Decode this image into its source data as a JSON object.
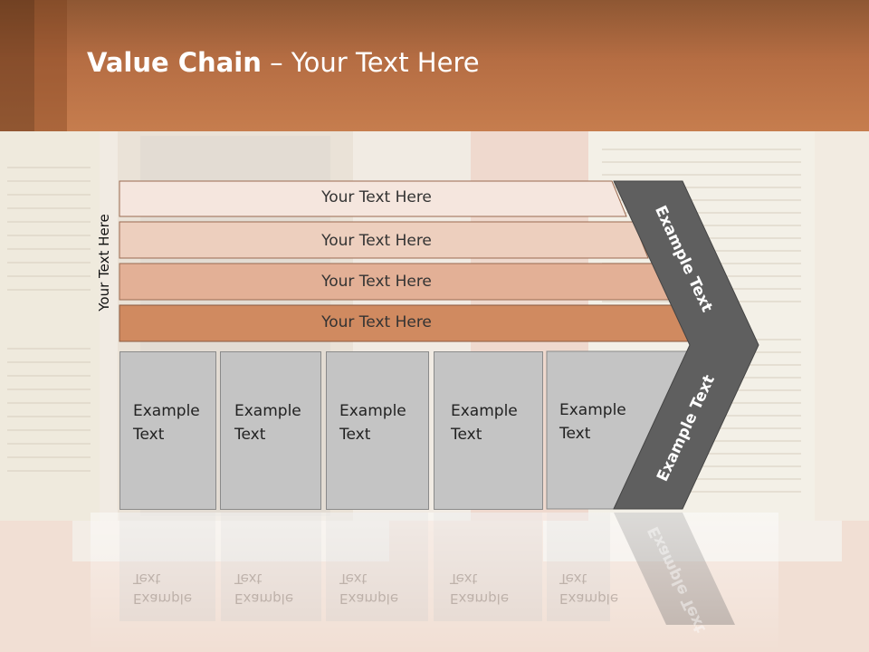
{
  "slide": {
    "title_bold": "Value Chain",
    "title_rest": " – Your Text Here",
    "vertical_label": "Your Text Here",
    "rows": [
      {
        "label": "Your Text Here",
        "color": "#f5e6de"
      },
      {
        "label": "Your Text Here",
        "color": "#edcfbe"
      },
      {
        "label": "Your Text Here",
        "color": "#e3b096"
      },
      {
        "label": "Your Text Here",
        "color": "#d08a60"
      }
    ],
    "boxes": [
      {
        "line1": "Example",
        "line2": "Text"
      },
      {
        "line1": "Example",
        "line2": "Text"
      },
      {
        "line1": "Example",
        "line2": "Text"
      },
      {
        "line1": "Example",
        "line2": "Text"
      },
      {
        "line1": "Example",
        "line2": "Text"
      }
    ],
    "chevron_upper_text": "Example Text",
    "chevron_lower_text": "Example Text",
    "colors": {
      "header": "#c67d4e",
      "chevron": "#5f5f5f",
      "box": "#c4c4c4"
    }
  }
}
